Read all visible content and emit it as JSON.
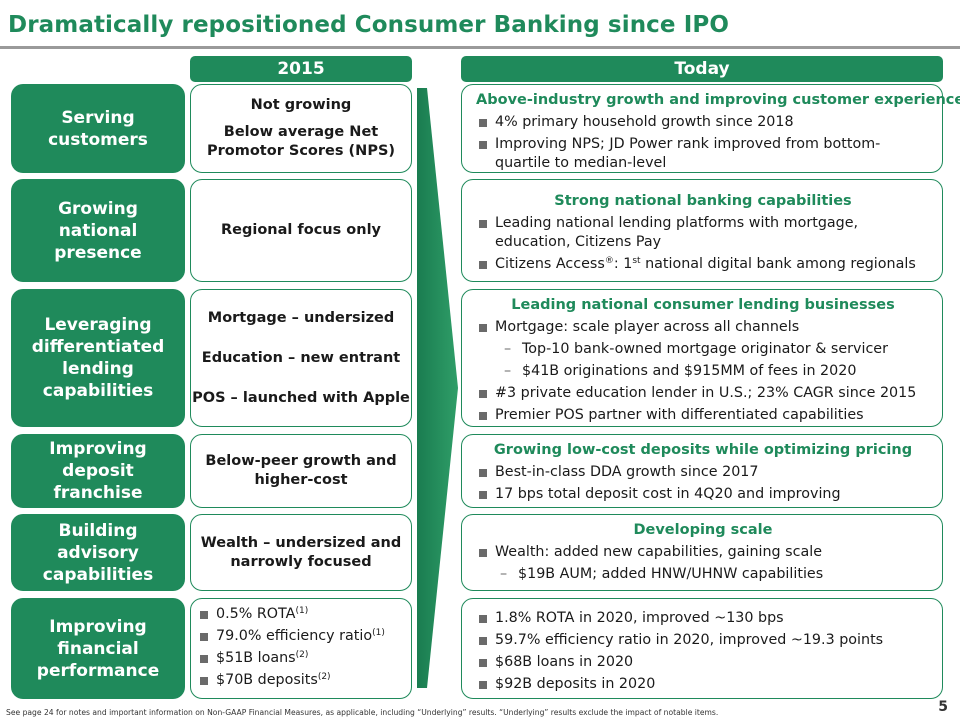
{
  "title": "Dramatically repositioned Consumer Banking since IPO",
  "headers": {
    "left": "2015",
    "right": "Today"
  },
  "rows": [
    {
      "category": [
        "Serving",
        "customers"
      ],
      "before": [
        "Not growing",
        "Below average Net",
        "Promotor Scores (NPS)"
      ],
      "today_title": "Above-industry growth and improving customer experience",
      "today_items": [
        "4% primary household growth since 2018",
        "Improving NPS; JD Power rank improved from bottom-quartile to median-level"
      ]
    },
    {
      "category": [
        "Growing",
        "national",
        "presence"
      ],
      "before": [
        "Regional focus only"
      ],
      "today_title": "Strong national banking capabilities",
      "today_items": [
        "Leading national lending platforms with mortgage, education, Citizens Pay"
      ],
      "access_prefix": "Citizens Access",
      "access_reg": "®",
      "access_mid": ": 1",
      "access_sup": "st",
      "access_suffix": " national digital bank among regionals"
    },
    {
      "category": [
        "Leveraging",
        "differentiated",
        "lending",
        "capabilities"
      ],
      "before": [
        "Mortgage – undersized",
        "Education – new entrant",
        "POS – launched with Apple"
      ],
      "today_title": "Leading national consumer lending businesses",
      "today_items": [
        "Mortgage: scale player across all channels",
        "Top-10 bank-owned mortgage originator & servicer",
        "$41B originations and $915MM of fees in 2020",
        "#3 private education lender in U.S.; 23% CAGR since 2015",
        "Premier POS partner with differentiated capabilities"
      ]
    },
    {
      "category": [
        "Improving",
        "deposit",
        "franchise"
      ],
      "before": [
        "Below-peer growth and",
        "higher-cost"
      ],
      "today_title": "Growing low-cost deposits while optimizing pricing",
      "today_items": [
        "Best-in-class DDA growth since 2017",
        "17 bps total deposit cost in 4Q20 and improving"
      ]
    },
    {
      "category": [
        "Building",
        "advisory",
        "capabilities"
      ],
      "before": [
        "Wealth – undersized and",
        "narrowly focused"
      ],
      "today_title": "Developing scale",
      "today_items": [
        "Wealth: added new capabilities, gaining scale",
        "$19B AUM; added HNW/UHNW capabilities"
      ]
    },
    {
      "category": [
        "Improving",
        "financial",
        "performance"
      ],
      "before": [
        "0.5% ROTA",
        "79.0% efficiency ratio",
        "$51B loans",
        "$70B deposits"
      ],
      "before_notes": [
        "(1)",
        "(1)",
        "(2)",
        "(2)"
      ],
      "today_items": [
        "1.8% ROTA in 2020, improved ~130 bps",
        "59.7% efficiency ratio in 2020, improved ~19.3 points",
        "$68B loans in 2020",
        "$92B deposits in 2020"
      ]
    }
  ],
  "footnote": "See page 24 for notes and important information on  Non-GAAP Financial Measures, as applicable, including “Underlying” results. “Underlying” results exclude the impact of notable items.",
  "page_number": "5",
  "colors": {
    "accent": "#1f8a5b",
    "bullet": "#6a6a6a",
    "rule": "#9a9a9a"
  }
}
